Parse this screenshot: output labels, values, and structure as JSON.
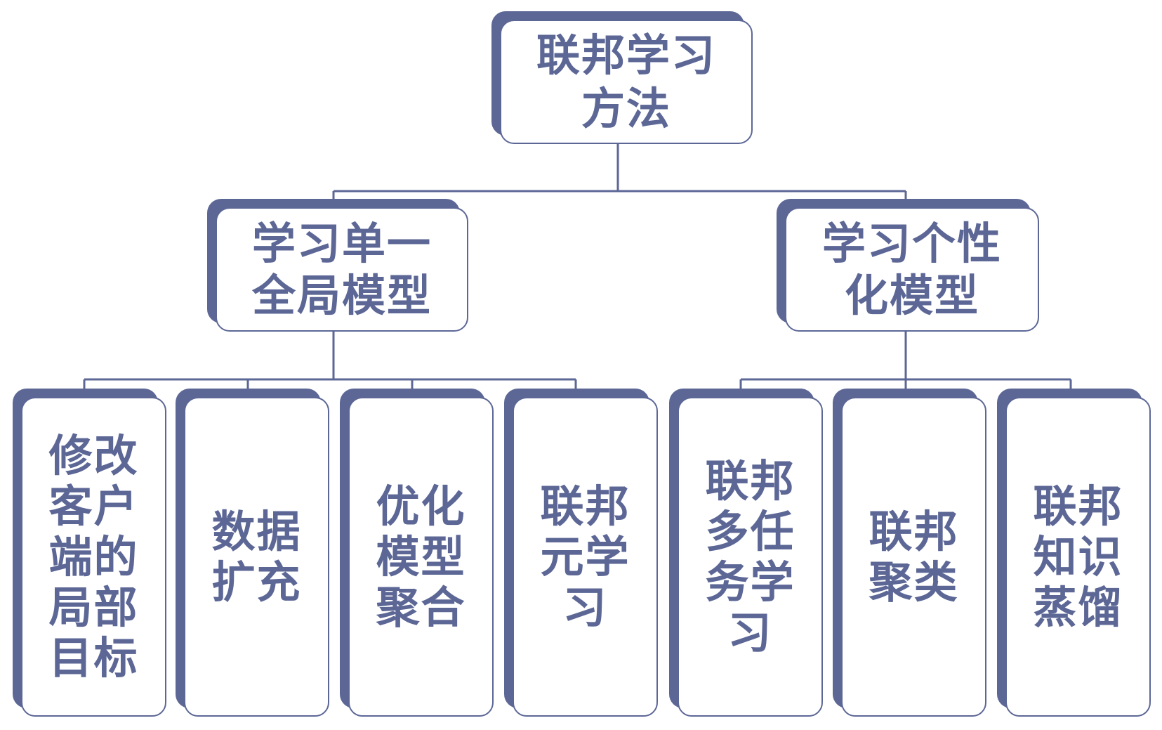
{
  "colors": {
    "accent": "#5c6796",
    "background": "#ffffff"
  },
  "root": {
    "label": "联邦学习方法"
  },
  "branches": [
    {
      "label": "学习单一全局模型",
      "children": [
        {
          "label": "修改客户端的局部目标"
        },
        {
          "label": "数据扩充"
        },
        {
          "label": "优化模型聚合"
        },
        {
          "label": "联邦元学习"
        }
      ]
    },
    {
      "label": "学习个性化模型",
      "children": [
        {
          "label": "联邦多任务学习"
        },
        {
          "label": "联邦聚类"
        },
        {
          "label": "联邦知识蒸馏"
        }
      ]
    }
  ]
}
